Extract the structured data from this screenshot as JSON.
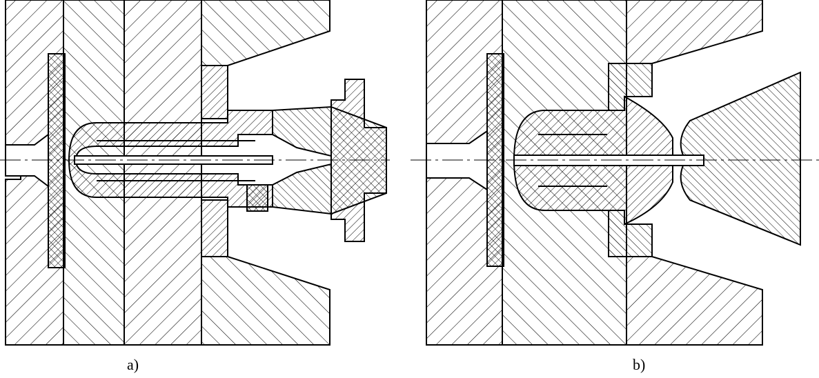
{
  "captions": {
    "a": "a)",
    "b": "b)"
  },
  "figures": [
    {
      "id": "a",
      "name": "hot-runner-nozzle-assembly-a"
    },
    {
      "id": "b",
      "name": "hot-runner-nozzle-assembly-b"
    }
  ],
  "style": {
    "line_color": "#000000",
    "background": "#ffffff"
  }
}
